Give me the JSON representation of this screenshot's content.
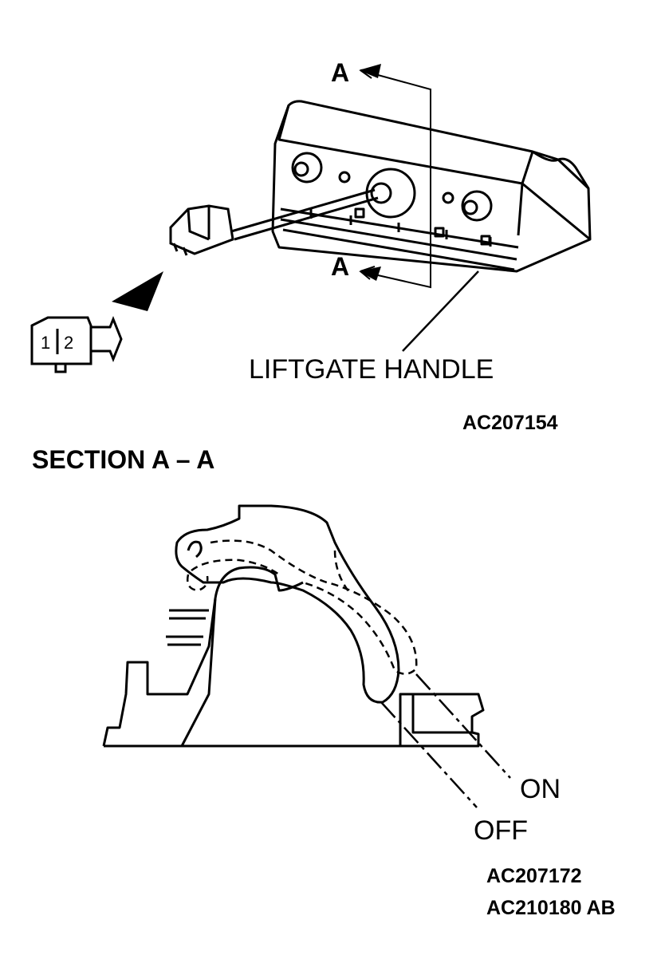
{
  "figure": {
    "section_marker": "A",
    "part_label": "LIFTGATE HANDLE",
    "connector_pins": [
      "1",
      "2"
    ],
    "top_code": "AC207154",
    "section_title": "SECTION A – A",
    "position_on": "ON",
    "position_off": "OFF",
    "bottom_codes": [
      "AC207172",
      "AC210180 AB"
    ]
  }
}
